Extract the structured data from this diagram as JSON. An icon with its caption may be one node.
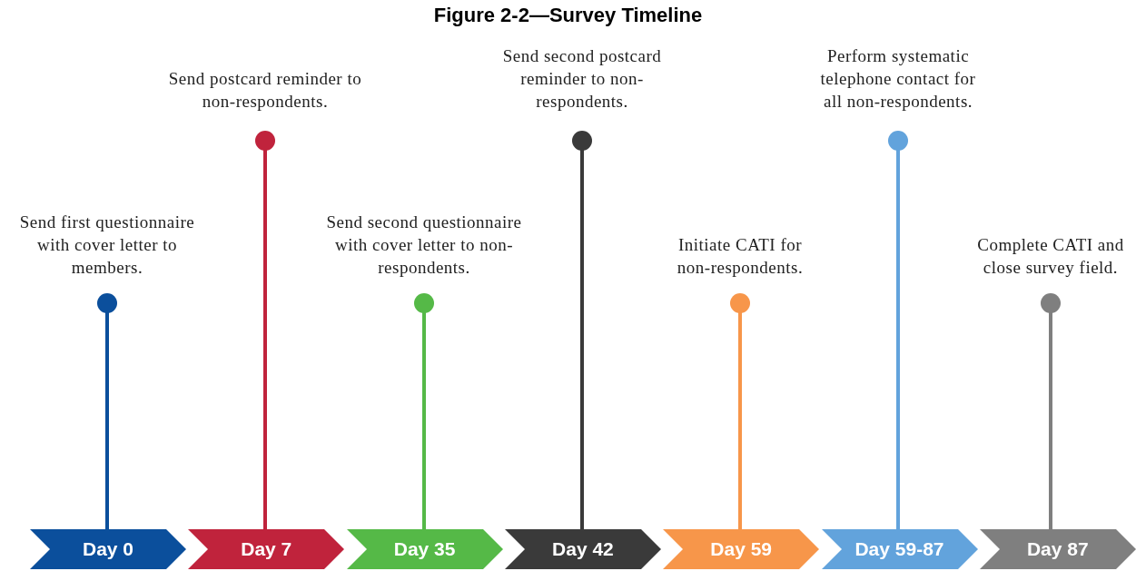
{
  "diagram": {
    "title": "Figure 2-2—Survey Timeline",
    "nodes": [
      {
        "text": [
          "Send first questionnaire with cover letter to members."
        ]
      },
      {
        "text": [
          "Send postcard reminder to non-respondents."
        ]
      },
      {
        "text": [
          "Send second questionnaire with cover letter to non-respondents."
        ]
      },
      {
        "text": [
          "Send second postcard reminder to non-respondents."
        ]
      },
      {
        "text": [
          "Initiate CATI for non-respondents."
        ]
      },
      {
        "text": [
          "Perform systematic telephone contact for all non-respondents."
        ]
      },
      {
        "text": [
          "Complete CATI and close survey field."
        ]
      },
      {
        "text": [
          "Day 0"
        ]
      },
      {
        "text": [
          "Day 7"
        ]
      },
      {
        "text": [
          "Day 35"
        ]
      },
      {
        "text": [
          "Day 42"
        ]
      },
      {
        "text": [
          "Day 59"
        ]
      },
      {
        "text": [
          "Day 59-87"
        ]
      },
      {
        "text": [
          "Day 87"
        ]
      }
    ],
    "edges": [
      {
        "from": 7,
        "to": 0,
        "arrow": "other",
        "color": "#0b4f9c"
      },
      {
        "from": 8,
        "to": 1,
        "arrow": "other",
        "color": "#c0233c"
      },
      {
        "from": 9,
        "to": 2,
        "arrow": "other",
        "color": "#55b947"
      },
      {
        "from": 10,
        "to": 3,
        "arrow": "other",
        "color": "#3a3a3a"
      },
      {
        "from": 11,
        "to": 4,
        "arrow": "other",
        "color": "#f7964a"
      },
      {
        "from": 12,
        "to": 5,
        "arrow": "other",
        "color": "#62a3dc"
      },
      {
        "from": 13,
        "to": 6,
        "arrow": "other",
        "color": "#7f7f7f"
      }
    ]
  }
}
